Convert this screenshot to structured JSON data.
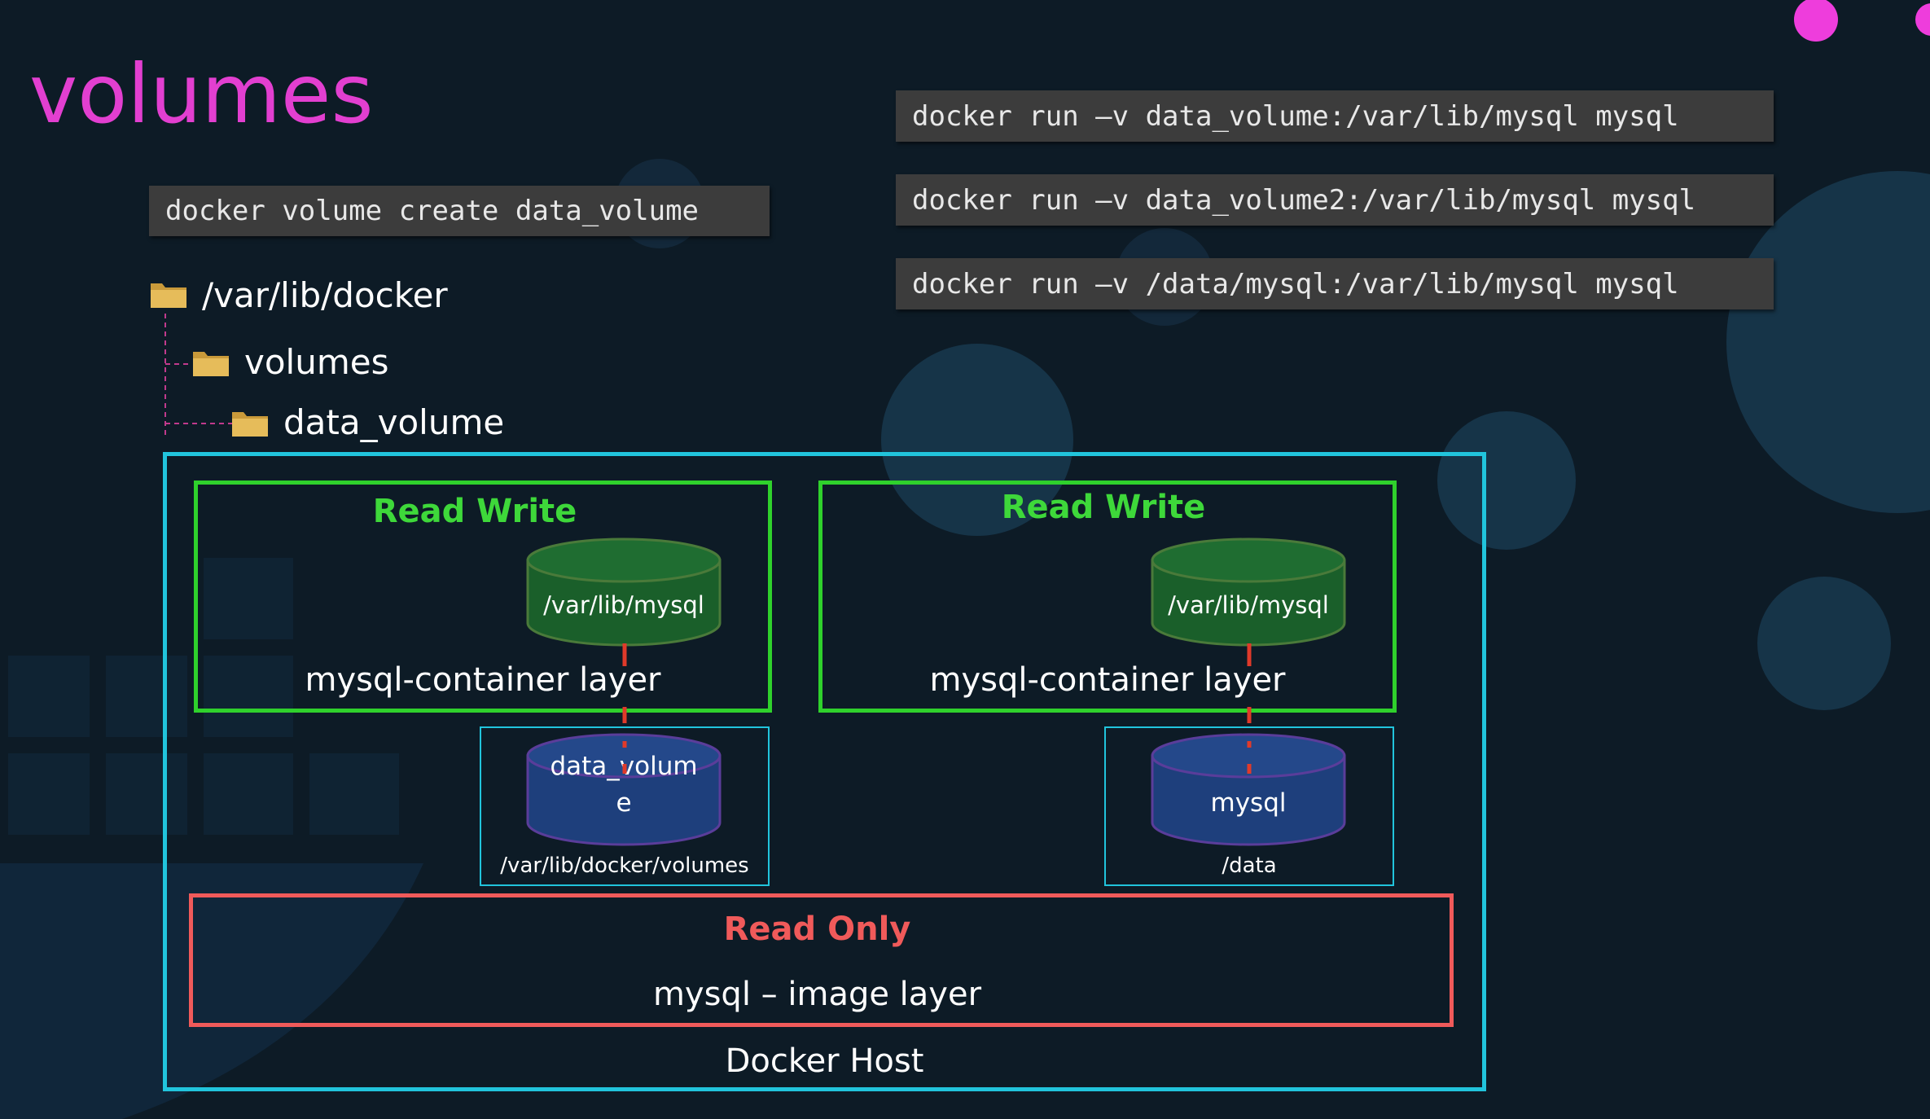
{
  "title": "volumes",
  "commands": {
    "create": "docker volume create data_volume",
    "run1": "docker run –v data_volume:/var/lib/mysql mysql",
    "run2": "docker run –v data_volume2:/var/lib/mysql mysql",
    "run3": "docker run –v /data/mysql:/var/lib/mysql mysql"
  },
  "tree": {
    "root": "/var/lib/docker",
    "child": "volumes",
    "grandchild": "data_volume"
  },
  "diagram": {
    "left": {
      "rw_label": "Read Write",
      "mount": "/var/lib/mysql",
      "layer": "mysql-container layer",
      "volume_line1": "data_volum",
      "volume_line2": "e",
      "volume_path": "/var/lib/docker/volumes"
    },
    "right": {
      "rw_label": "Read Write",
      "mount": "/var/lib/mysql",
      "layer": "mysql-container layer",
      "volume": "mysql",
      "volume_path": "/data"
    },
    "readonly": {
      "label": "Read Only",
      "layer": "mysql – image layer"
    },
    "host": "Docker Host"
  },
  "colors": {
    "background": "#0d1b26",
    "title": "#e23fd0",
    "read_write": "#3ed83a",
    "read_only": "#f05a5a",
    "host_border": "#21c4dc",
    "mount_cylinder": "#1a5f2a",
    "volume_cylinder": "#1e3f7c",
    "link": "#e03a2a"
  }
}
